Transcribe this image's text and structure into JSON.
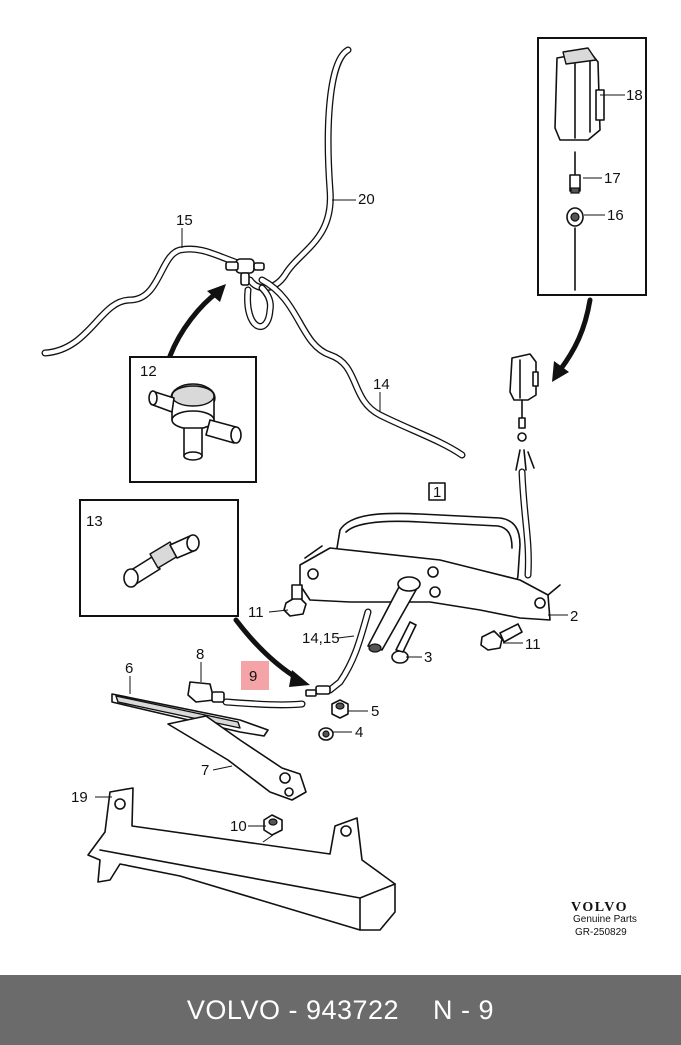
{
  "callouts": {
    "c1": "1",
    "c2": "2",
    "c3": "3",
    "c4": "4",
    "c5": "5",
    "c6": "6",
    "c7": "7",
    "c8": "8",
    "c9": "9",
    "c10": "10",
    "c11a": "11",
    "c11b": "11",
    "c12": "12",
    "c13": "13",
    "c1415": "14,15",
    "c14": "14",
    "c15": "15",
    "c16": "16",
    "c17": "17",
    "c18": "18",
    "c19": "19",
    "c20": "20"
  },
  "highlight": {
    "part": "9",
    "color": "#f4a3a6"
  },
  "brand": {
    "name": "VOLVO",
    "subtitle": "Genuine Parts",
    "code": "GR-250829"
  },
  "footer": {
    "part_label": "VOLVO - 943722",
    "position_label": "N - 9",
    "background": "#6b6b6b"
  }
}
